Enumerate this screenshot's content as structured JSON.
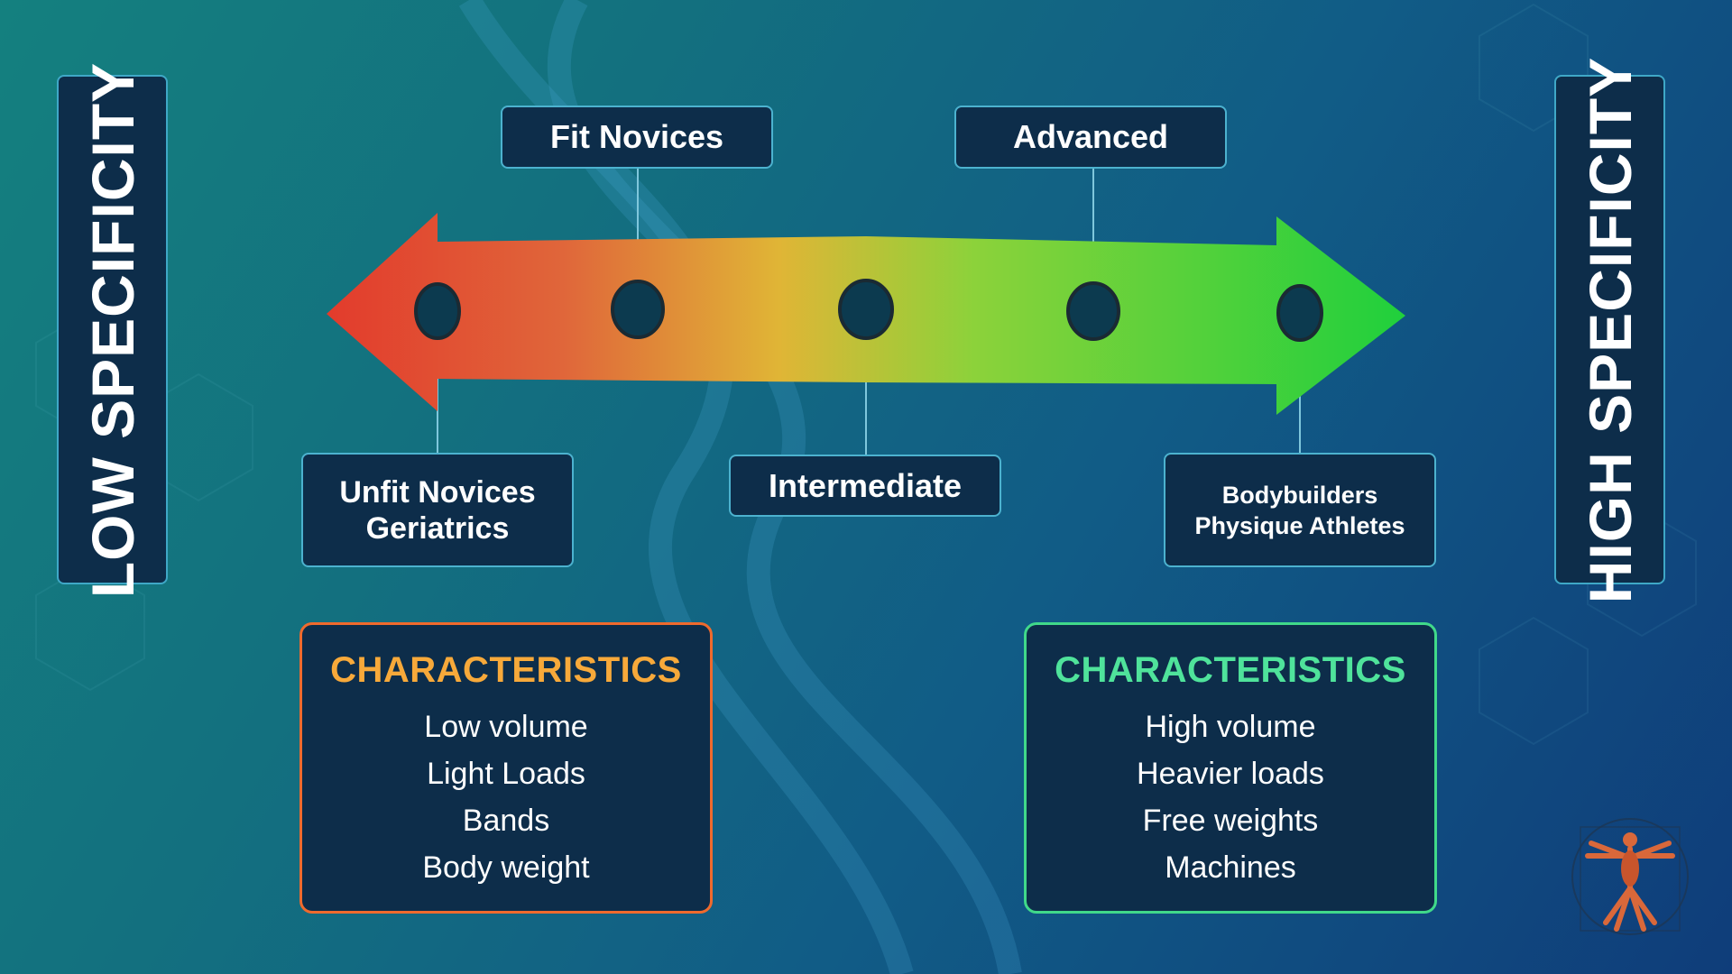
{
  "side_labels": {
    "low": "LOW SPECIFICITY",
    "high": "HIGH SPECIFICITY"
  },
  "stages": {
    "fit_novices": "Fit Novices",
    "advanced": "Advanced",
    "unfit": [
      "Unfit Novices",
      "Geriatrics"
    ],
    "intermediate": "Intermediate",
    "bodybuilders": [
      "Bodybuilders",
      "Physique Athletes"
    ]
  },
  "low_characteristics": {
    "title": "CHARACTERISTICS",
    "items": [
      "Low volume",
      "Light Loads",
      "Bands",
      "Body weight"
    ]
  },
  "high_characteristics": {
    "title": "CHARACTERISTICS",
    "items": [
      "High volume",
      "Heavier loads",
      "Free weights",
      "Machines"
    ]
  },
  "colors": {
    "arrow_start": "#e23b2c",
    "arrow_mid": "#e0b536",
    "arrow_end": "#1fd03c",
    "low_accent": "#ef6a2d",
    "high_accent": "#40d98a",
    "box_fill": "#0d2d4a"
  },
  "icons": {
    "logo": "vitruvian-man-anatomy-icon",
    "background": "dna-helix"
  }
}
